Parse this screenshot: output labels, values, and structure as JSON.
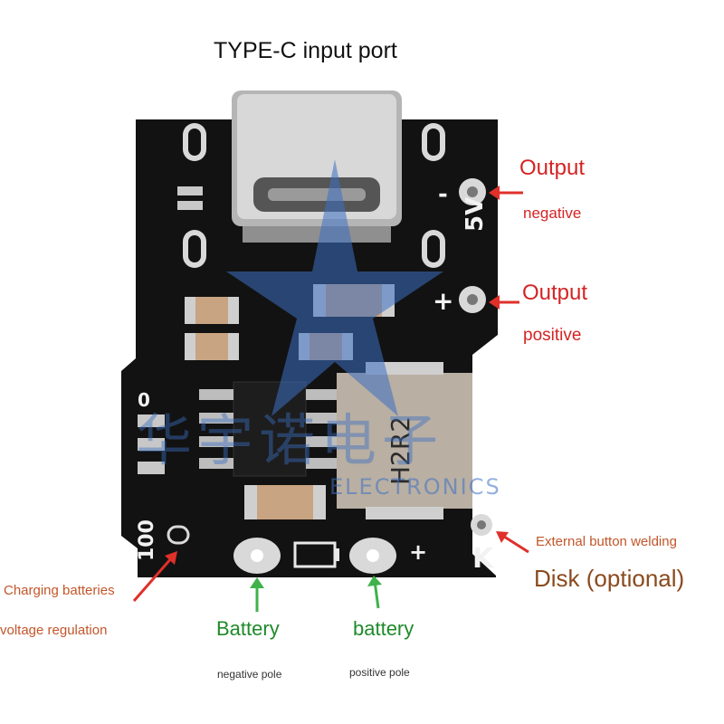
{
  "title": "TYPE-C input port",
  "labels": {
    "output_negative": [
      "Output",
      "negative"
    ],
    "output_positive": [
      "Output",
      "positive"
    ],
    "external_button": "External button welding",
    "disk_optional": "Disk (optional)",
    "charging_batteries": [
      "Charging batteries",
      "voltage regulation"
    ],
    "battery_negative": [
      "Battery",
      "negative pole"
    ],
    "battery_positive": [
      "battery",
      "positive pole"
    ]
  },
  "board": {
    "silk_5v": "5V",
    "silk_minus": "-",
    "silk_plus": "+",
    "silk_k": "K",
    "silk_100": "100",
    "silk_0": "0",
    "inductor_code": "H2R2"
  },
  "watermark": {
    "cn": "华宇诺电子",
    "en": "ELECTRONICS"
  },
  "colors": {
    "pcb": "#121212",
    "pad": "#d9d9d9",
    "label_red": "#d42424",
    "label_green": "#1f8a2a",
    "arrow_red": "#e0302a",
    "arrow_green": "#3fb24a",
    "watermark_blue": "#3c6fc2"
  }
}
